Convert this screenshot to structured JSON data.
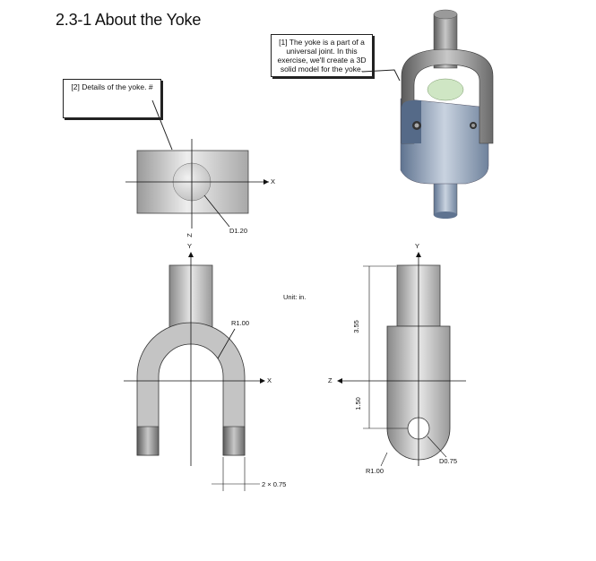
{
  "section_title": "2.3-1 About the Yoke",
  "note1": "[1] The yoke is a part of a universal joint. In this exercise, we'll create a 3D solid model for the yoke.",
  "note2": "[2] Details of the yoke. #",
  "units": "Unit: in.",
  "top_view": {
    "x_axis": "X",
    "z_axis": "Z",
    "diameter_label": "D1.20"
  },
  "front_view": {
    "y_axis": "Y",
    "x_axis": "X",
    "radius_label": "R1.00",
    "width_label": "2 × 0.75"
  },
  "side_view": {
    "y_axis": "Y",
    "z_axis": "Z",
    "height_total": "3.55",
    "height_lower": "1.50",
    "radius_label": "R1.00",
    "hole_label": "D0.75"
  },
  "colors": {
    "outline": "#222222",
    "metal_light": "#e6e6e6",
    "metal_mid": "#b5b5b5",
    "metal_dark": "#8a8a8a"
  }
}
